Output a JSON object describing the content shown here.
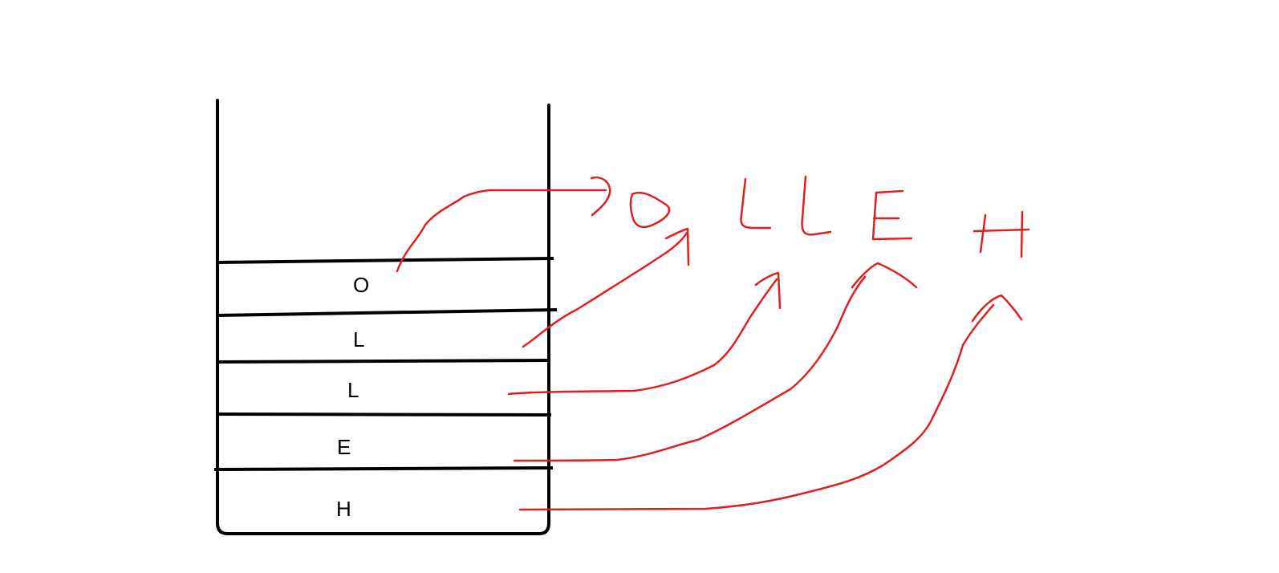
{
  "stack": {
    "items": [
      {
        "label": "O"
      },
      {
        "label": "L"
      },
      {
        "label": "L"
      },
      {
        "label": "E"
      },
      {
        "label": "H"
      }
    ]
  },
  "reversed_output": {
    "letters": [
      "O",
      "L",
      "L",
      "E",
      "H"
    ],
    "handwritten": true
  },
  "colors": {
    "outline": "#000000",
    "annotation": "#e02020",
    "background": "#ffffff"
  }
}
